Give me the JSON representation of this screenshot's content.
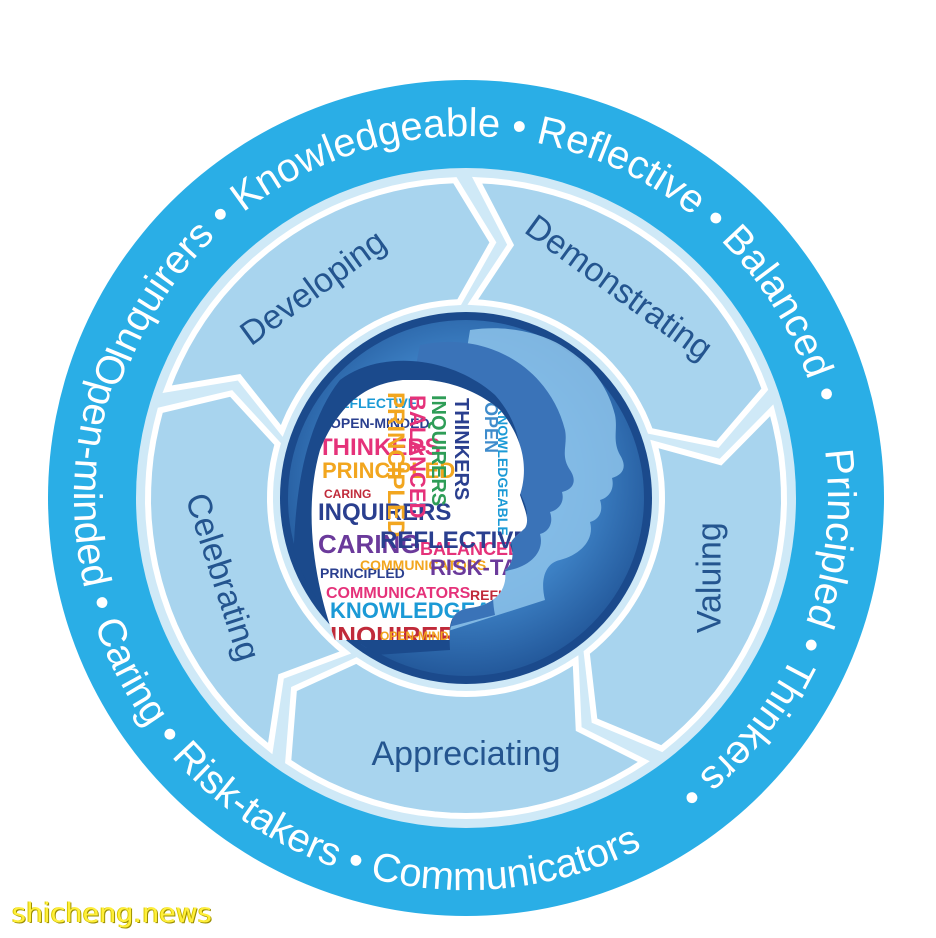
{
  "outer_ring": {
    "attributes": [
      "Inquirers",
      "Knowledgeable",
      "Reflective",
      "Balanced",
      "Principled",
      "Thinkers",
      "Communicators",
      "Risk-takers",
      "Caring",
      "Open-minded"
    ],
    "separator": "•"
  },
  "inner_ring": {
    "stages": [
      "Developing",
      "Demonstrating",
      "Valuing",
      "Appreciating",
      "Celebrating"
    ]
  },
  "word_cloud": {
    "words": [
      "REFLECTIVE",
      "OPEN-MINDED",
      "THINKERS",
      "PRINCIPLED",
      "CARING",
      "INQUIRERS",
      "CARING",
      "PRINCIPLED",
      "COMMUNICATORS",
      "KNOWLEDGEABLE",
      "INQUIRERS",
      "OPEN-MINDED",
      "COMMUNICATORS",
      "RISK-TAKERS",
      "BALANCED",
      "REFLECTIVE",
      "PRINCIPLED",
      "BALANCED",
      "INQUIRERS",
      "THINKERS",
      "OPEN",
      "KNOWLEDGEABLE",
      "REFLECTIVE"
    ]
  },
  "watermark": "shicheng.news",
  "colors": {
    "outer_ring": "#2aaee6",
    "inner_ring": "#bfe0f3",
    "arrow_segment": "#a8d4ee",
    "stage_text": "#24558f",
    "center_dark": "#1d4f91",
    "center_light": "#5a9ed8",
    "ring_text": "#ffffff",
    "watermark": "#ffef3a"
  }
}
